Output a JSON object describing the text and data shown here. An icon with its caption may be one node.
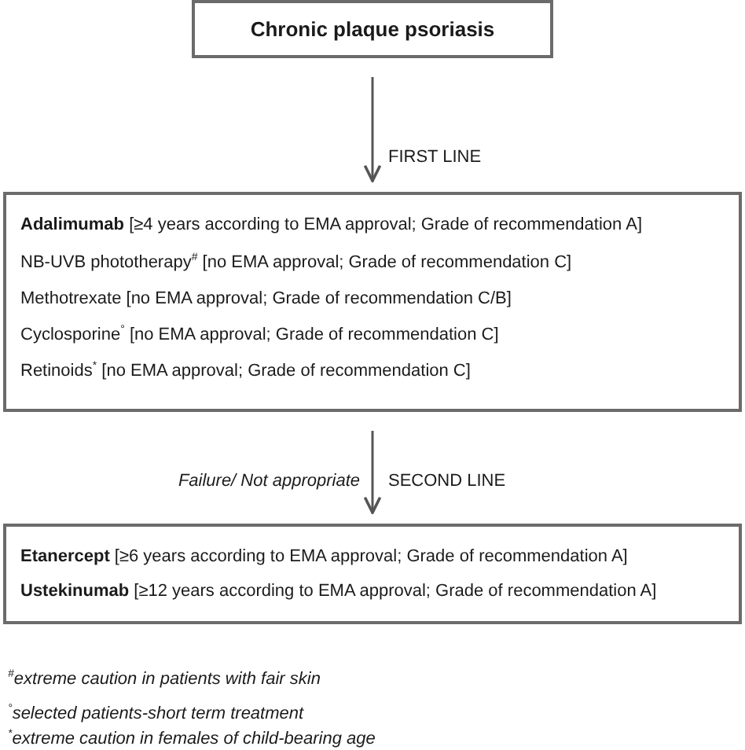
{
  "diagram": {
    "nodes": [
      {
        "text": [
          "Chronic plaque psoriasis"
        ]
      },
      {
        "text": [
          "**Adalimumab** [≥4 years according to EMA approval; Grade of recommendation A]",
          "NB-UVB phototherapy$^{#}$ [no EMA approval; Grade of recommendation C]",
          "Methotrexate [no EMA approval; Grade of recommendation C/B]",
          "Cyclosporine$^{°}$ [no EMA approval; Grade of recommendation C]",
          "Retinoids$^{*}$ [no EMA approval; Grade of recommendation C]"
        ]
      },
      {
        "text": [
          "**Etanercept** [≥6 years according to EMA approval; Grade of recommendation A]",
          "**Ustekinumab** [≥12 years according to EMA approval; Grade of recommendation A]"
        ]
      }
    ],
    "edges": [
      {
        "from": 0,
        "to": 1,
        "arrow": "to",
        "label": "FIRST LINE"
      },
      {
        "from": 1,
        "to": 2,
        "arrow": "to",
        "label": "SECOND LINE"
      }
    ],
    "labels": [
      "Failure/ Not appropriate",
      "$^{#}$extreme caution in patients with fair skin",
      "$^{°}$selected patients-short term treatment",
      "$^{*}$extreme caution in females of child-bearing age"
    ]
  }
}
